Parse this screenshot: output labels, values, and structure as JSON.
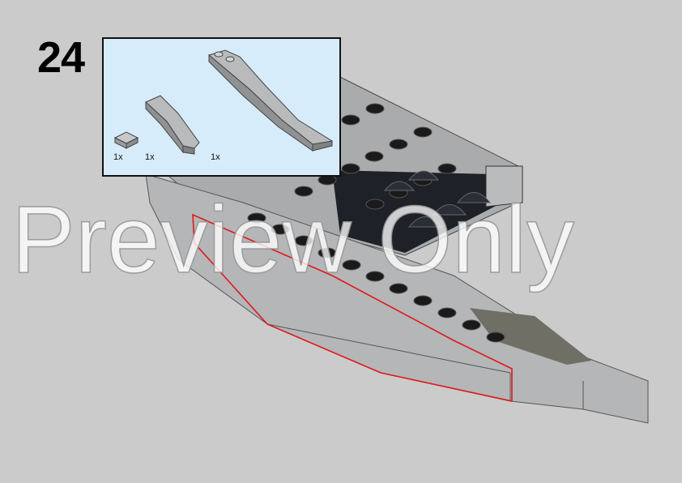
{
  "step": {
    "number": "24"
  },
  "parts_list": {
    "items": [
      {
        "qty": "1x",
        "part": "plate-1x1"
      },
      {
        "qty": "1x",
        "part": "curved-slope-short"
      },
      {
        "qty": "1x",
        "part": "curved-slope-long"
      }
    ]
  },
  "watermark": {
    "text": "Preview Only"
  },
  "colors": {
    "background": "#cbcbcb",
    "parts_box": "#d6ecfb",
    "brick_gray": "#a9abad",
    "brick_dark": "#1e2128",
    "highlight": "#e01a1a"
  }
}
